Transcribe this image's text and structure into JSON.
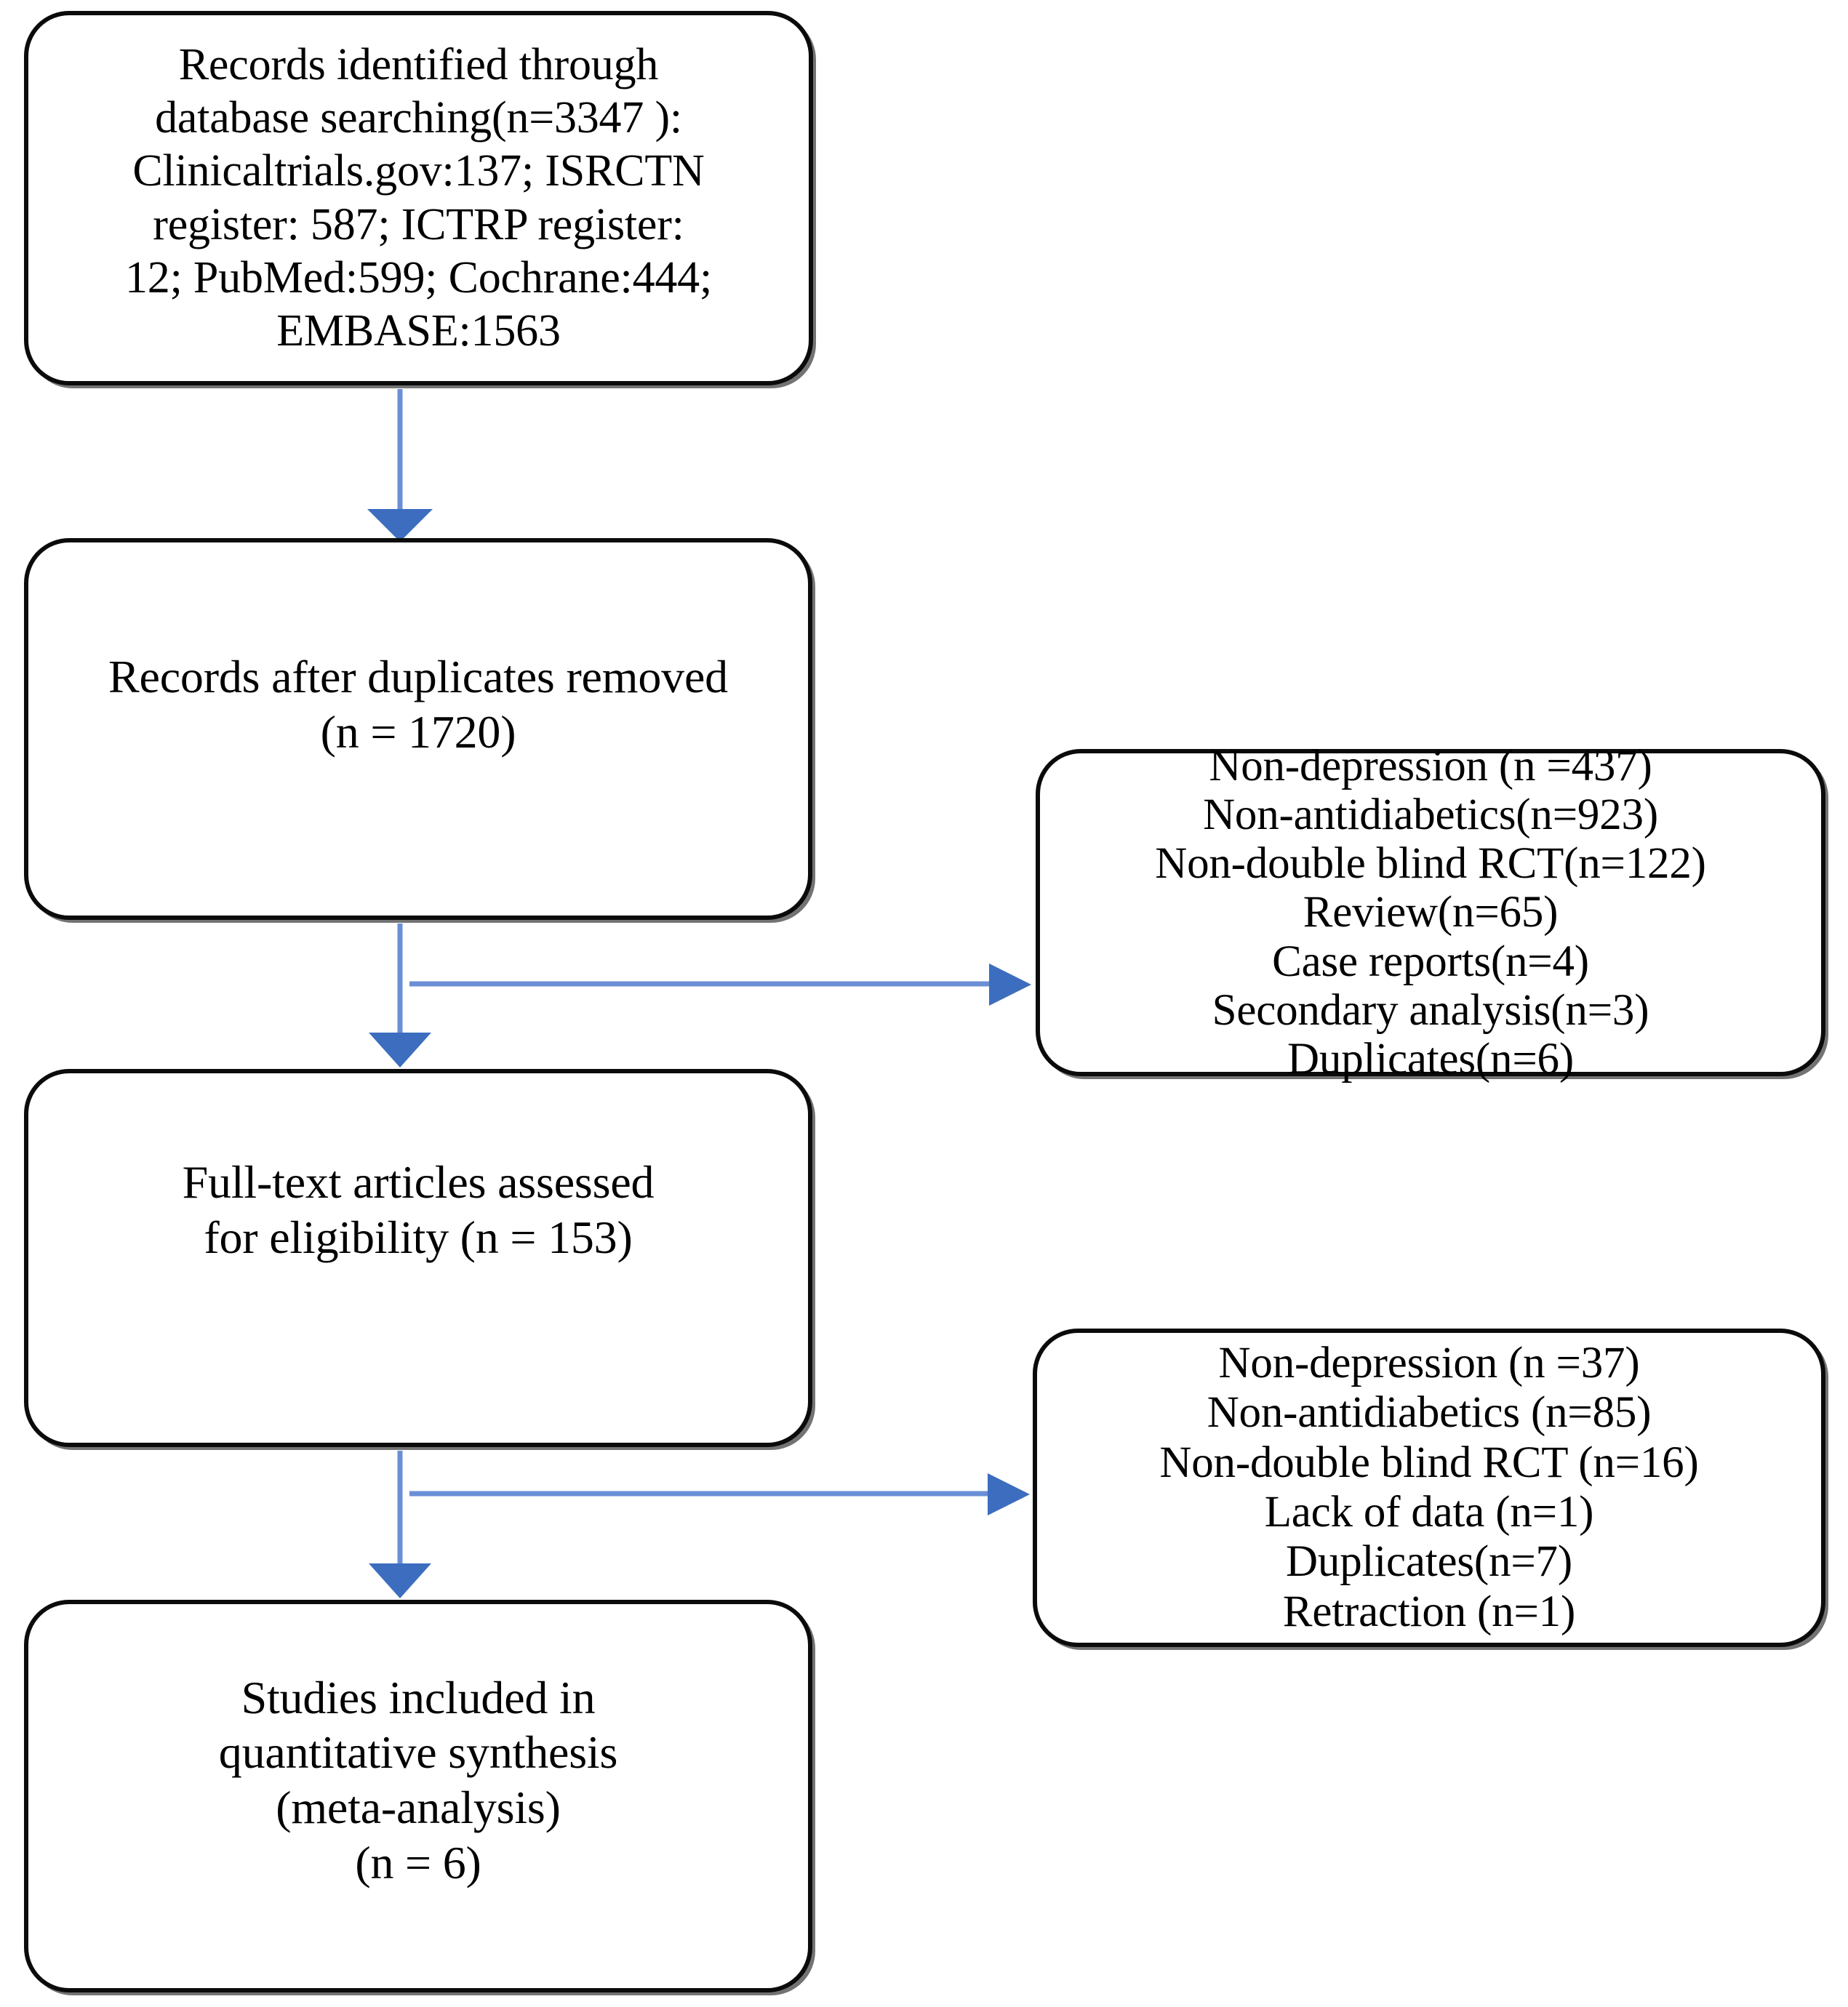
{
  "diagram": {
    "type": "prisma-flow-diagram",
    "background_color": "#ffffff",
    "box_border_color": "#000000",
    "box_fill_color": "#ffffff",
    "arrow_color": "#4472C4"
  },
  "nodes": {
    "identification": {
      "id": "box-identification",
      "text": "Records identified through\ndatabase searching(n=3347  ):\nClinicaltrials.gov:137; ISRCTN\nregister: 587;  ICTRP register:\n12; PubMed:599; Cochrane:444;\nEMBASE:1563",
      "count": 3347,
      "sources": [
        {
          "name": "Clinicaltrials.gov",
          "count": 137
        },
        {
          "name": "ISRCTN register",
          "count": 587
        },
        {
          "name": "ICTRP register",
          "count": 12
        },
        {
          "name": "PubMed",
          "count": 599
        },
        {
          "name": "Cochrane",
          "count": 444
        },
        {
          "name": "EMBASE",
          "count": 1563
        }
      ]
    },
    "duplicates_removed": {
      "id": "box-duplicates",
      "text": "Records after duplicates removed\n(n = 1720)",
      "count": 1720
    },
    "fulltext_assessed": {
      "id": "box-fulltext",
      "text": "Full-text articles assessed\nfor eligibility (n = 153)",
      "count": 153
    },
    "included": {
      "id": "box-included",
      "text": "Studies included in\nquantitative synthesis\n(meta-analysis)\n(n = 6)",
      "count": 6
    },
    "excluded_screening": {
      "id": "box-excluded-screening",
      "text": "Non-depression (n =437)\nNon-antidiabetics(n=923)\nNon-double blind RCT(n=122)\nReview(n=65)\nCase reports(n=4)\nSecondary analysis(n=3)\nDuplicates(n=6)",
      "reasons": [
        {
          "label": "Non-depression (n =437)",
          "count": 437
        },
        {
          "label": "Non-antidiabetics(n=923)",
          "count": 923
        },
        {
          "label": "Non-double blind RCT(n=122)",
          "count": 122
        },
        {
          "label": "Review(n=65)",
          "count": 65
        },
        {
          "label": "Case reports(n=4)",
          "count": 4
        },
        {
          "label": "Secondary analysis(n=3)",
          "count": 3
        },
        {
          "label": "Duplicates(n=6)",
          "count": 6
        }
      ]
    },
    "excluded_eligibility": {
      "id": "box-excluded-eligibility",
      "text": "Non-depression (n =37)\nNon-antidiabetics (n=85)\nNon-double blind RCT (n=16)\nLack of data (n=1)\nDuplicates(n=7)\nRetraction (n=1)",
      "reasons": [
        {
          "label": "Non-depression (n =37)",
          "count": 37
        },
        {
          "label": "Non-antidiabetics (n=85)",
          "count": 85
        },
        {
          "label": "Non-double blind RCT (n=16)",
          "count": 16
        },
        {
          "label": "Lack of data (n=1)",
          "count": 1
        },
        {
          "label": "Duplicates(n=7)",
          "count": 7
        },
        {
          "label": "Retraction (n=1)",
          "count": 1
        }
      ]
    }
  },
  "connectors": [
    {
      "name": "arrow-identification-to-duplicates",
      "from": "identification",
      "to": "duplicates_removed",
      "direction": "down"
    },
    {
      "name": "arrow-duplicates-to-fulltext",
      "from": "duplicates_removed",
      "to": "fulltext_assessed",
      "direction": "down"
    },
    {
      "name": "arrow-duplicates-to-excluded-screening",
      "from": "duplicates_removed",
      "to": "excluded_screening",
      "direction": "right"
    },
    {
      "name": "arrow-fulltext-to-included",
      "from": "fulltext_assessed",
      "to": "included",
      "direction": "down"
    },
    {
      "name": "arrow-fulltext-to-excluded-eligibility",
      "from": "fulltext_assessed",
      "to": "excluded_eligibility",
      "direction": "right"
    }
  ]
}
